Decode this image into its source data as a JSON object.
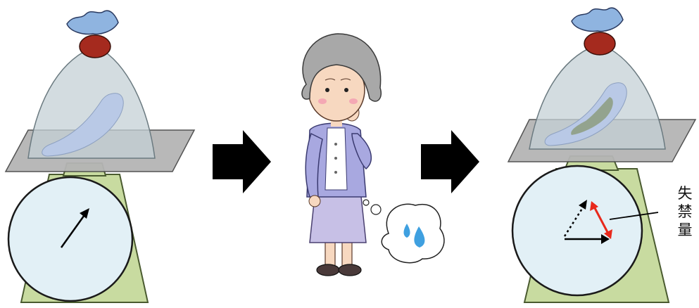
{
  "label": {
    "text": "失禁量",
    "chars": [
      "失",
      "禁",
      "量"
    ]
  },
  "colors": {
    "scale_body": "#c8dba0",
    "scale_outline": "#4a5b30",
    "dial_face": "#e2f0f6",
    "platform": "#b5b5b5",
    "bag": "#c4d0d6",
    "pad": "#b9c9e6",
    "tie_cloth": "#8fb4e0",
    "tie_band": "#a52a1e",
    "arrow_block": "#000000",
    "red_arrow": "#e8291c",
    "wet_stain": "#8a9a78",
    "cardigan": "#a8a8e0",
    "skirt": "#c7c0e6",
    "hair": "#a8a8a8",
    "skin": "#f7d8c0",
    "droplet": "#3fa0e0"
  },
  "icons": {
    "flow_arrow": "right-arrow-icon",
    "droplet": "water-droplet-icon"
  }
}
